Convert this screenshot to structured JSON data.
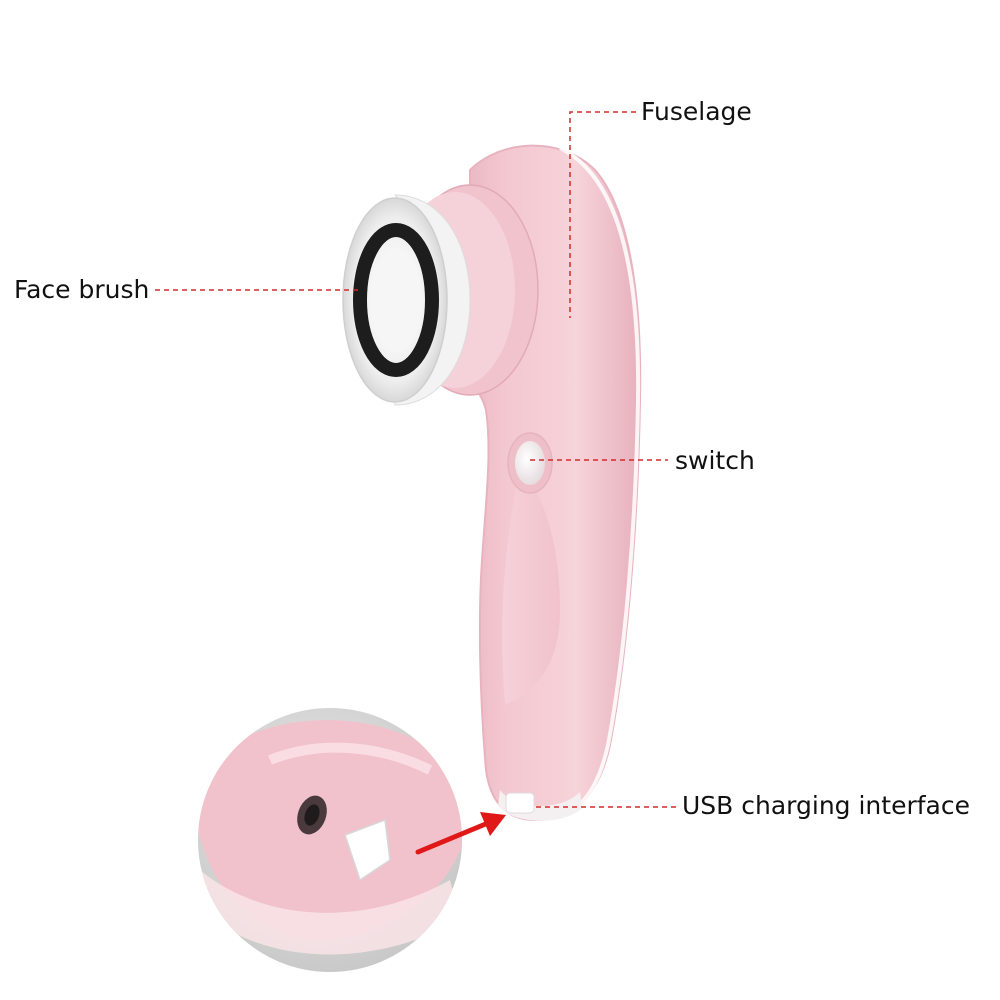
{
  "labels": {
    "fuselage": "Fuselage",
    "face_brush": "Face brush",
    "switch": "switch",
    "usb": "USB charging interface"
  },
  "colors": {
    "body_pink": "#f2c2cc",
    "body_highlight": "#fbe3e8",
    "body_shadow": "#dba3b0",
    "leader_line": "#d42a2a",
    "arrow": "#e01818",
    "bristle_black": "#1d1d1d",
    "bristle_white": "#f4f4f4",
    "inset_background": "#dcdcdc"
  },
  "icons": {
    "pointer_arrow": "red-arrow-icon"
  }
}
